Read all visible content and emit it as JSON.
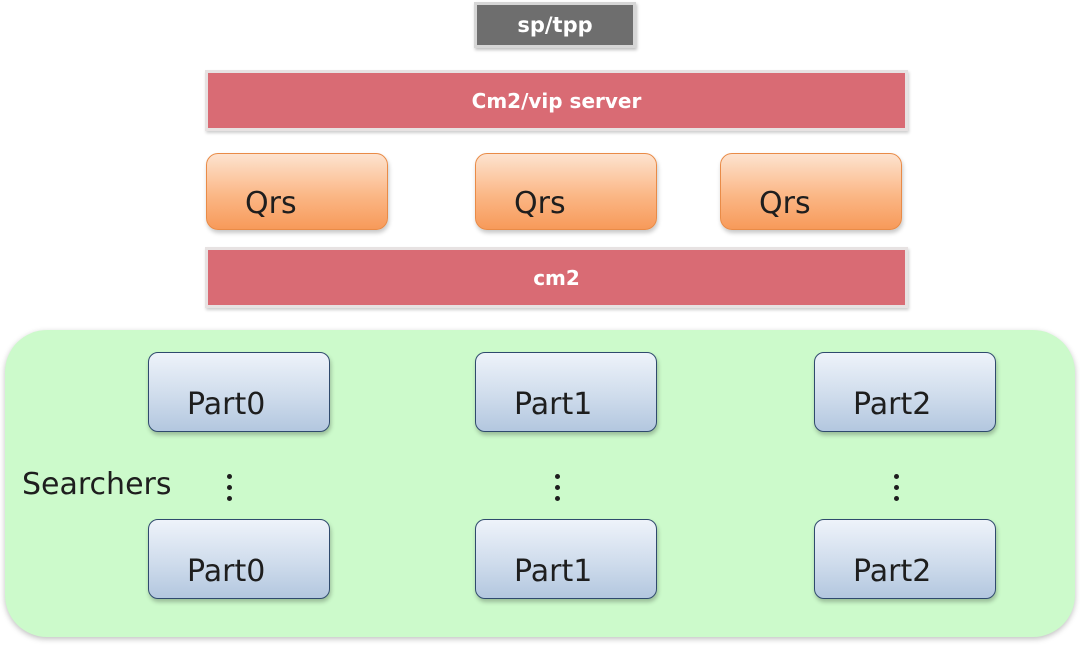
{
  "top": {
    "label": "sp/tpp"
  },
  "bars": {
    "vip": "Cm2/vip server",
    "cm2": "cm2"
  },
  "qrs": [
    "Qrs",
    "Qrs",
    "Qrs"
  ],
  "searchers": {
    "label": "Searchers",
    "top_row": [
      "Part0",
      "Part1",
      "Part2"
    ],
    "bottom_row": [
      "Part0",
      "Part1",
      "Part2"
    ]
  },
  "colors": {
    "top_box": "#6e6e6e",
    "bar": "#d96b74",
    "qrs": "#f9ad79",
    "part": "#c4d4e8",
    "panel": "#ccfacb"
  }
}
